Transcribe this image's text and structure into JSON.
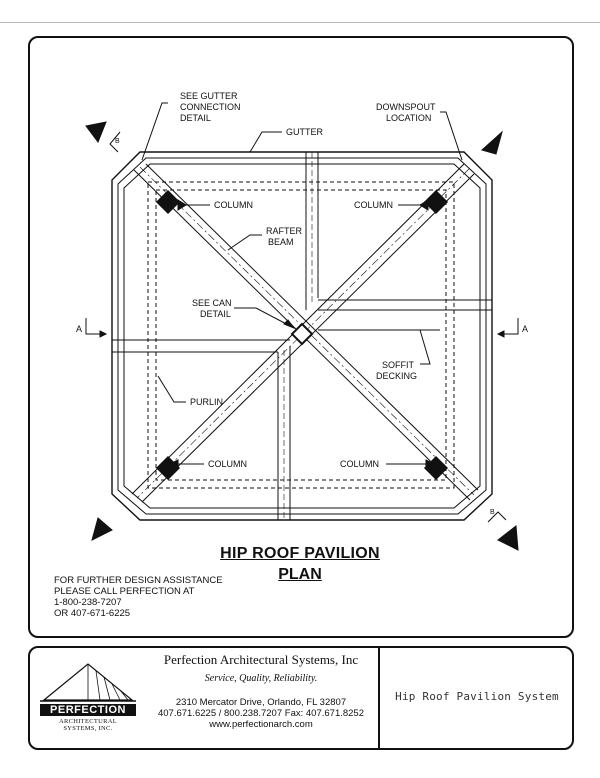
{
  "drawing": {
    "title": "HIP ROOF PAVILION",
    "subtitle": "PLAN",
    "labels": {
      "gutter_connection": [
        "SEE GUTTER",
        "CONNECTION",
        "DETAIL"
      ],
      "downspout": [
        "DOWNSPOUT",
        "LOCATION"
      ],
      "gutter": "GUTTER",
      "column": "COLUMN",
      "rafter": [
        "RAFTER",
        "BEAM"
      ],
      "can_detail": [
        "SEE CAN",
        "DETAIL"
      ],
      "soffit": [
        "SOFFIT",
        "DECKING"
      ],
      "purlin": "PURLIN",
      "section_a": "A",
      "section_b": "B"
    },
    "assistance": [
      "FOR FURTHER DESIGN ASSISTANCE",
      "PLEASE CALL PERFECTION AT",
      "1-800-238-7207",
      "OR 407-671-6225"
    ]
  },
  "title_block": {
    "logo_name": "PERFECTION",
    "logo_sub": [
      "ARCHITECTURAL",
      "SYSTEMS, INC."
    ],
    "company": "Perfection Architectural Systems, Inc",
    "tagline": "Service, Quality, Reliability.",
    "address": "2310 Mercator Drive, Orlando, FL 32807",
    "phones": "407.671.6225 / 800.238.7207  Fax: 407.671.8252",
    "website": "www.perfectionarch.com",
    "system_name": "Hip Roof Pavilion System"
  }
}
